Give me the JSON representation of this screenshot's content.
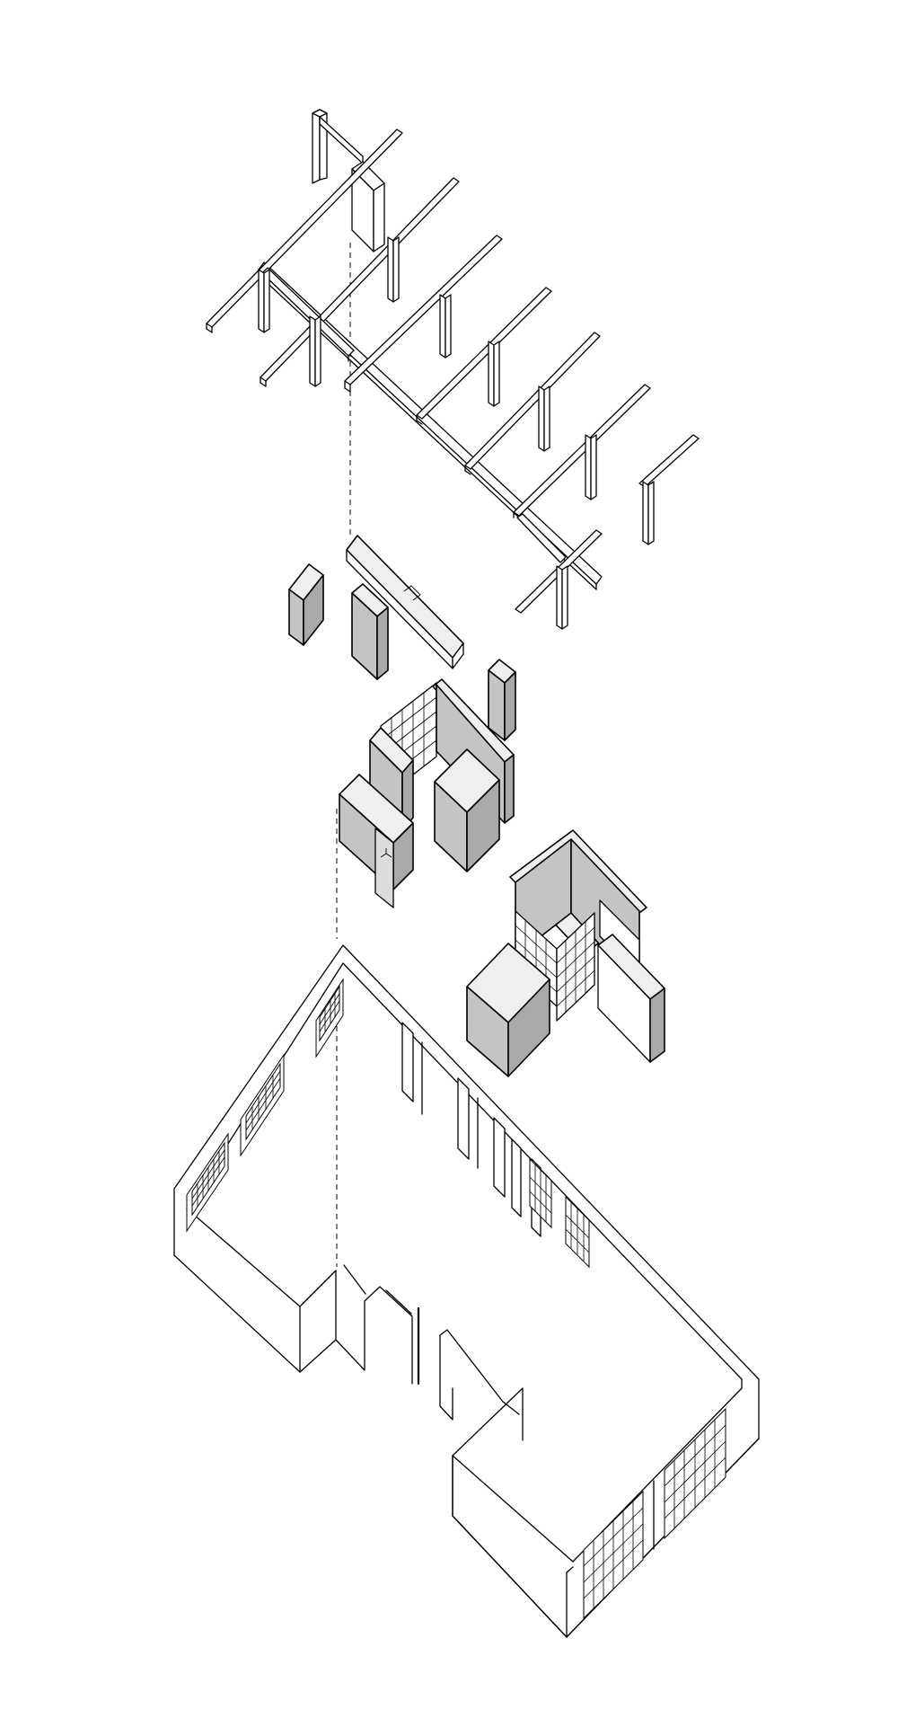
{
  "drawing": {
    "type": "exploded-axonometric",
    "layers": [
      "roof-framing",
      "interior-volumes",
      "floor-shell"
    ],
    "colors": {
      "line": "#000000",
      "volume_fill": "#c4c4c4",
      "volume_light": "#efefef",
      "background": "#ffffff"
    }
  }
}
